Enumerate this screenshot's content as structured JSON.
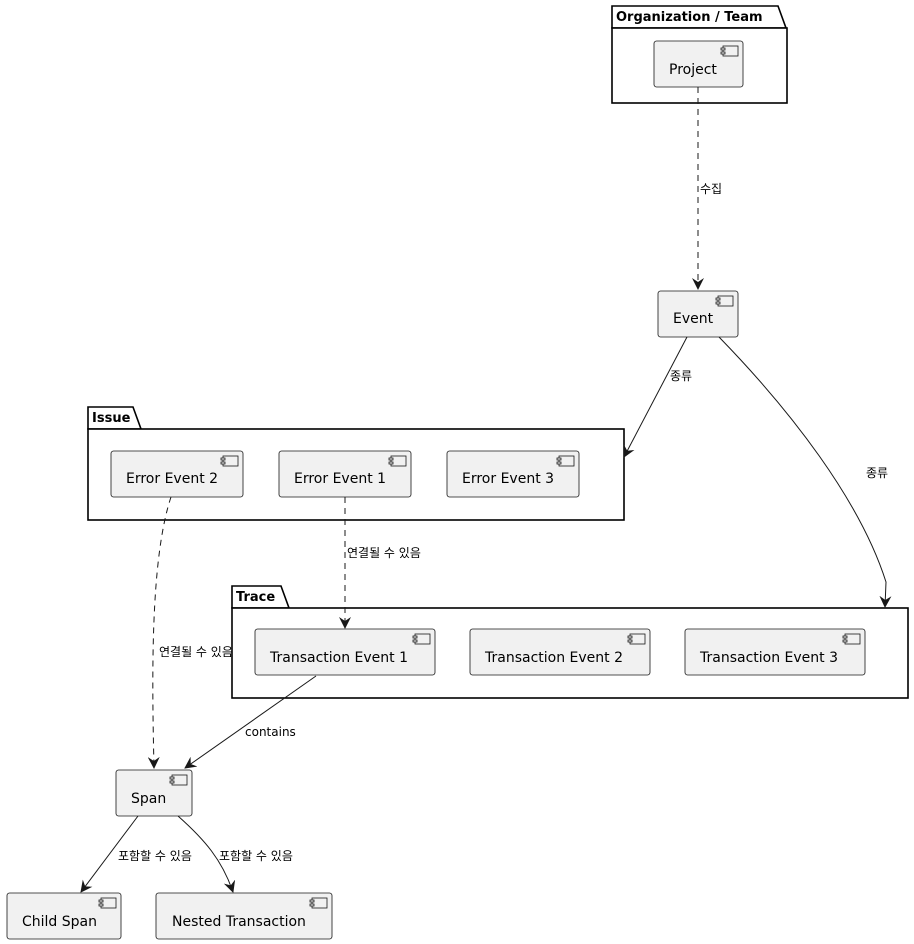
{
  "packages": {
    "org": {
      "title": "Organization / Team"
    },
    "issue": {
      "title": "Issue"
    },
    "trace": {
      "title": "Trace"
    }
  },
  "components": {
    "project": "Project",
    "event": "Event",
    "error_event_2": "Error Event 2",
    "error_event_1": "Error Event 1",
    "error_event_3": "Error Event 3",
    "transaction_event_1": "Transaction Event 1",
    "transaction_event_2": "Transaction Event 2",
    "transaction_event_3": "Transaction Event 3",
    "span": "Span",
    "child_span": "Child Span",
    "nested_transaction": "Nested Transaction"
  },
  "edges": {
    "project_event": "수집",
    "event_issue": "종류",
    "event_trace": "종류",
    "error1_transaction1": "연결될 수 있음",
    "error2_span": "연결될 수 있음",
    "transaction1_span": "contains",
    "span_child": "포함할 수 있음",
    "span_nested": "포함할 수 있음"
  },
  "colors": {
    "component_fill": "#f1f1f1",
    "line": "#181818",
    "package_fill": "#ffffff"
  }
}
